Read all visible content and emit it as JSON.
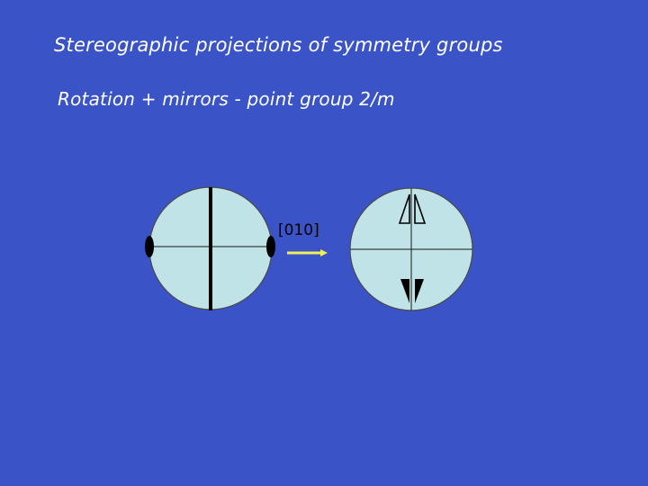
{
  "slide": {
    "title": "Stereographic projections of symmetry groups",
    "subtitle": "Rotation + mirrors - point group 2/m"
  },
  "diagram": {
    "direction_label": "[010]",
    "colors": {
      "background": "#3a53c6",
      "circle_fill": "#bfe3e6",
      "arrow": "#f2f05a",
      "ink": "#000000"
    }
  }
}
